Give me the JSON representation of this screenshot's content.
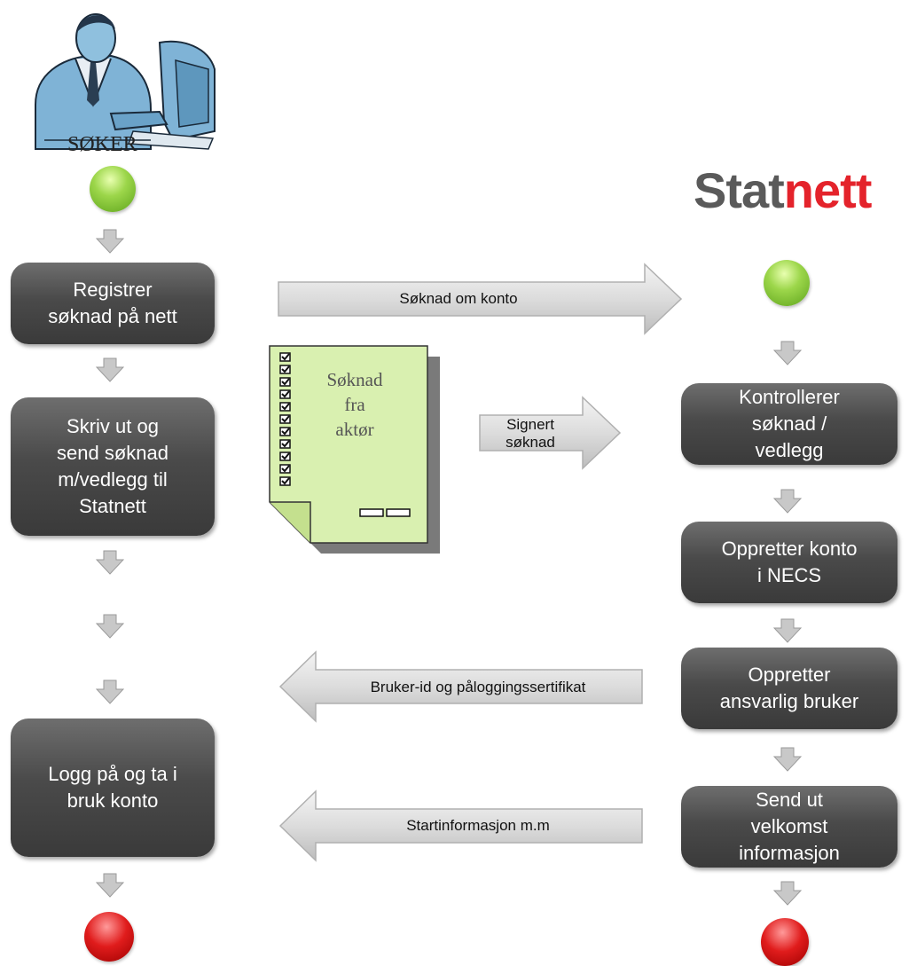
{
  "applicant_label": "SØKER",
  "logo": {
    "part1": "Stat",
    "part2": "nett",
    "color1": "#5a5a5a",
    "color2": "#e4232b"
  },
  "left_steps": [
    "Registrer\nsøknad på nett",
    "Skriv ut og\nsend søknad\nm/vedlegg til\nStatnett",
    "Logg på og ta i\nbruk konto"
  ],
  "right_steps": [
    "Kontrollerer\nsøknad /\nvedlegg",
    "Oppretter konto\ni NECS",
    "Oppretter\nansvarlig bruker",
    "Send ut\nvelkomst\ninformasjon"
  ],
  "arrows": {
    "application": "Søknad om konto",
    "signed": "Signert\nsøknad",
    "user_id": "Bruker-id  og påloggingssertifikat",
    "start_info": "Startinformasjon m.m"
  },
  "document": {
    "title": "Søknad\nfra\naktør"
  },
  "colors": {
    "box": "#4a4a4a",
    "start": "#7cc832",
    "end": "#d01010",
    "doc": "#d9f0b0"
  }
}
